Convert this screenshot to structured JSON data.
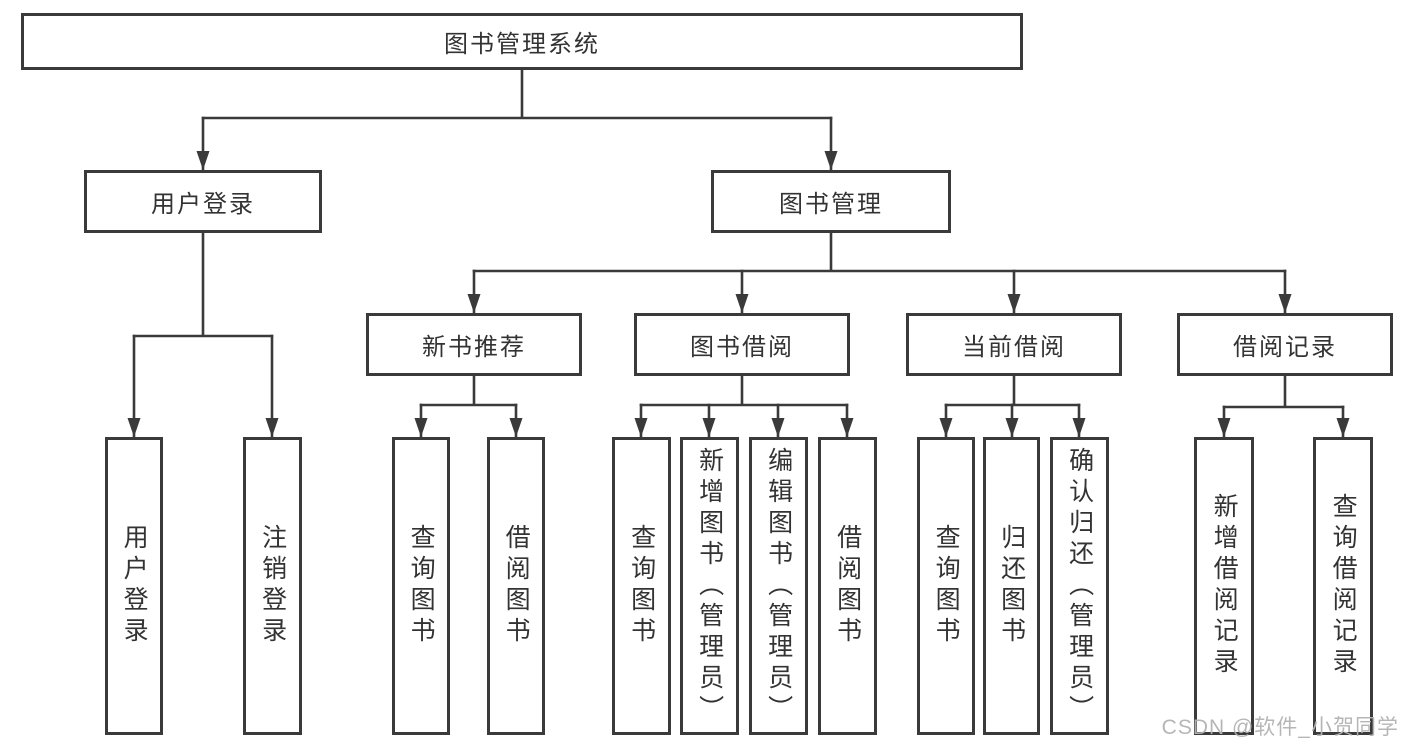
{
  "colors": {
    "line": "#3a3a3a",
    "text": "#333333",
    "watermark": "#b3b3b3",
    "background": "#ffffff"
  },
  "watermark": {
    "text": "CSDN @软件_小贺同学"
  },
  "tree": {
    "label": "图书管理系统",
    "children": [
      {
        "label": "用户登录",
        "children": [
          {
            "label": "用户登录"
          },
          {
            "label": "注销登录"
          }
        ]
      },
      {
        "label": "图书管理",
        "children": [
          {
            "label": "新书推荐",
            "children": [
              {
                "label": "查询图书"
              },
              {
                "label": "借阅图书"
              }
            ]
          },
          {
            "label": "图书借阅",
            "children": [
              {
                "label": "查询图书"
              },
              {
                "label": "新增图书（管理员）"
              },
              {
                "label": "编辑图书（管理员）"
              },
              {
                "label": "借阅图书"
              }
            ]
          },
          {
            "label": "当前借阅",
            "children": [
              {
                "label": "查询图书"
              },
              {
                "label": "归还图书"
              },
              {
                "label": "确认归还（管理员）"
              }
            ]
          },
          {
            "label": "借阅记录",
            "children": [
              {
                "label": "新增借阅记录"
              },
              {
                "label": "查询借阅记录"
              }
            ]
          }
        ]
      }
    ]
  }
}
